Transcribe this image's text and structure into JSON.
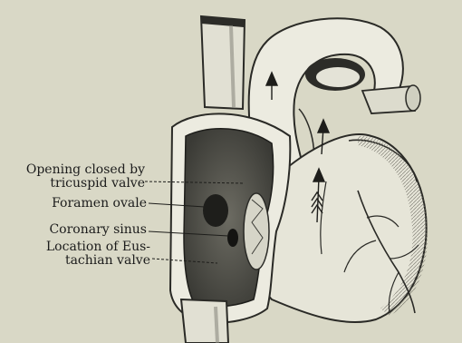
{
  "diagram": {
    "labels": {
      "opening": [
        "Opening closed by",
        "tricuspid valve"
      ],
      "foramen_ovale": "Foramen ovale",
      "coronary_sinus": "Coronary sinus",
      "eustachian": [
        "Location of Eus-",
        "tachian valve"
      ]
    }
  }
}
